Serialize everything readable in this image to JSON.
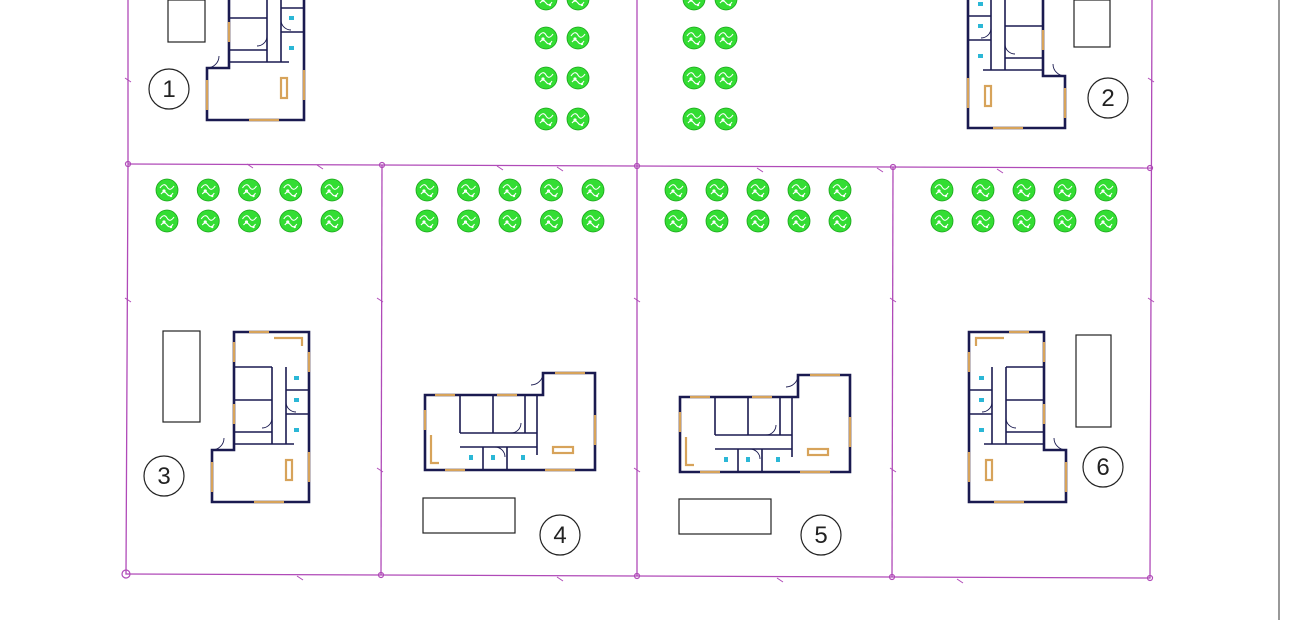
{
  "colors": {
    "lot_line": "#b04ab8",
    "tree_fill": "#33dd33",
    "tree_detail": "#ffffff",
    "wall": "#1a1a50",
    "partition": "#d7a35a",
    "fixture": "#2bb7d6",
    "outline": "#222222"
  },
  "lots": [
    {
      "label": "1"
    },
    {
      "label": "2"
    },
    {
      "label": "3"
    },
    {
      "label": "4"
    },
    {
      "label": "5"
    },
    {
      "label": "6"
    }
  ],
  "icons": {
    "tree": "tree-icon",
    "parking": "parking-slab",
    "house": "house-floorplan"
  }
}
